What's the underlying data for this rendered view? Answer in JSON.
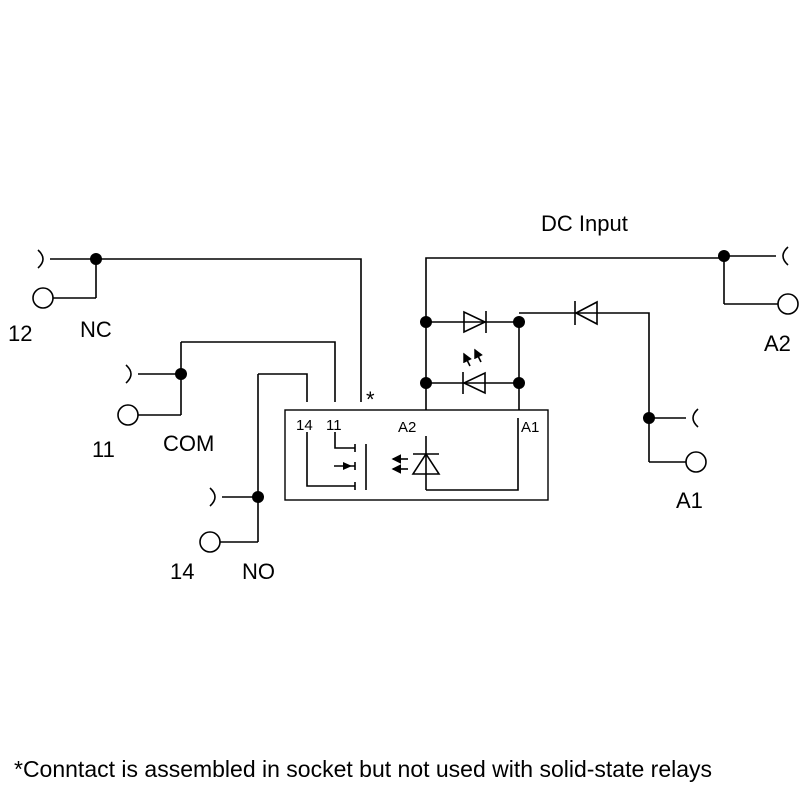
{
  "labels": {
    "dc_input": "DC Input",
    "nc": "NC",
    "com": "COM",
    "no": "NO",
    "t12": "12",
    "t11": "11",
    "t14": "14",
    "a1": "A1",
    "a2": "A2",
    "asterisk": "*",
    "box_14": "14",
    "box_11": "11",
    "box_a2": "A2",
    "box_a1": "A1"
  },
  "footnote": "*Conntact is assembled in socket but not used with solid-state relays"
}
